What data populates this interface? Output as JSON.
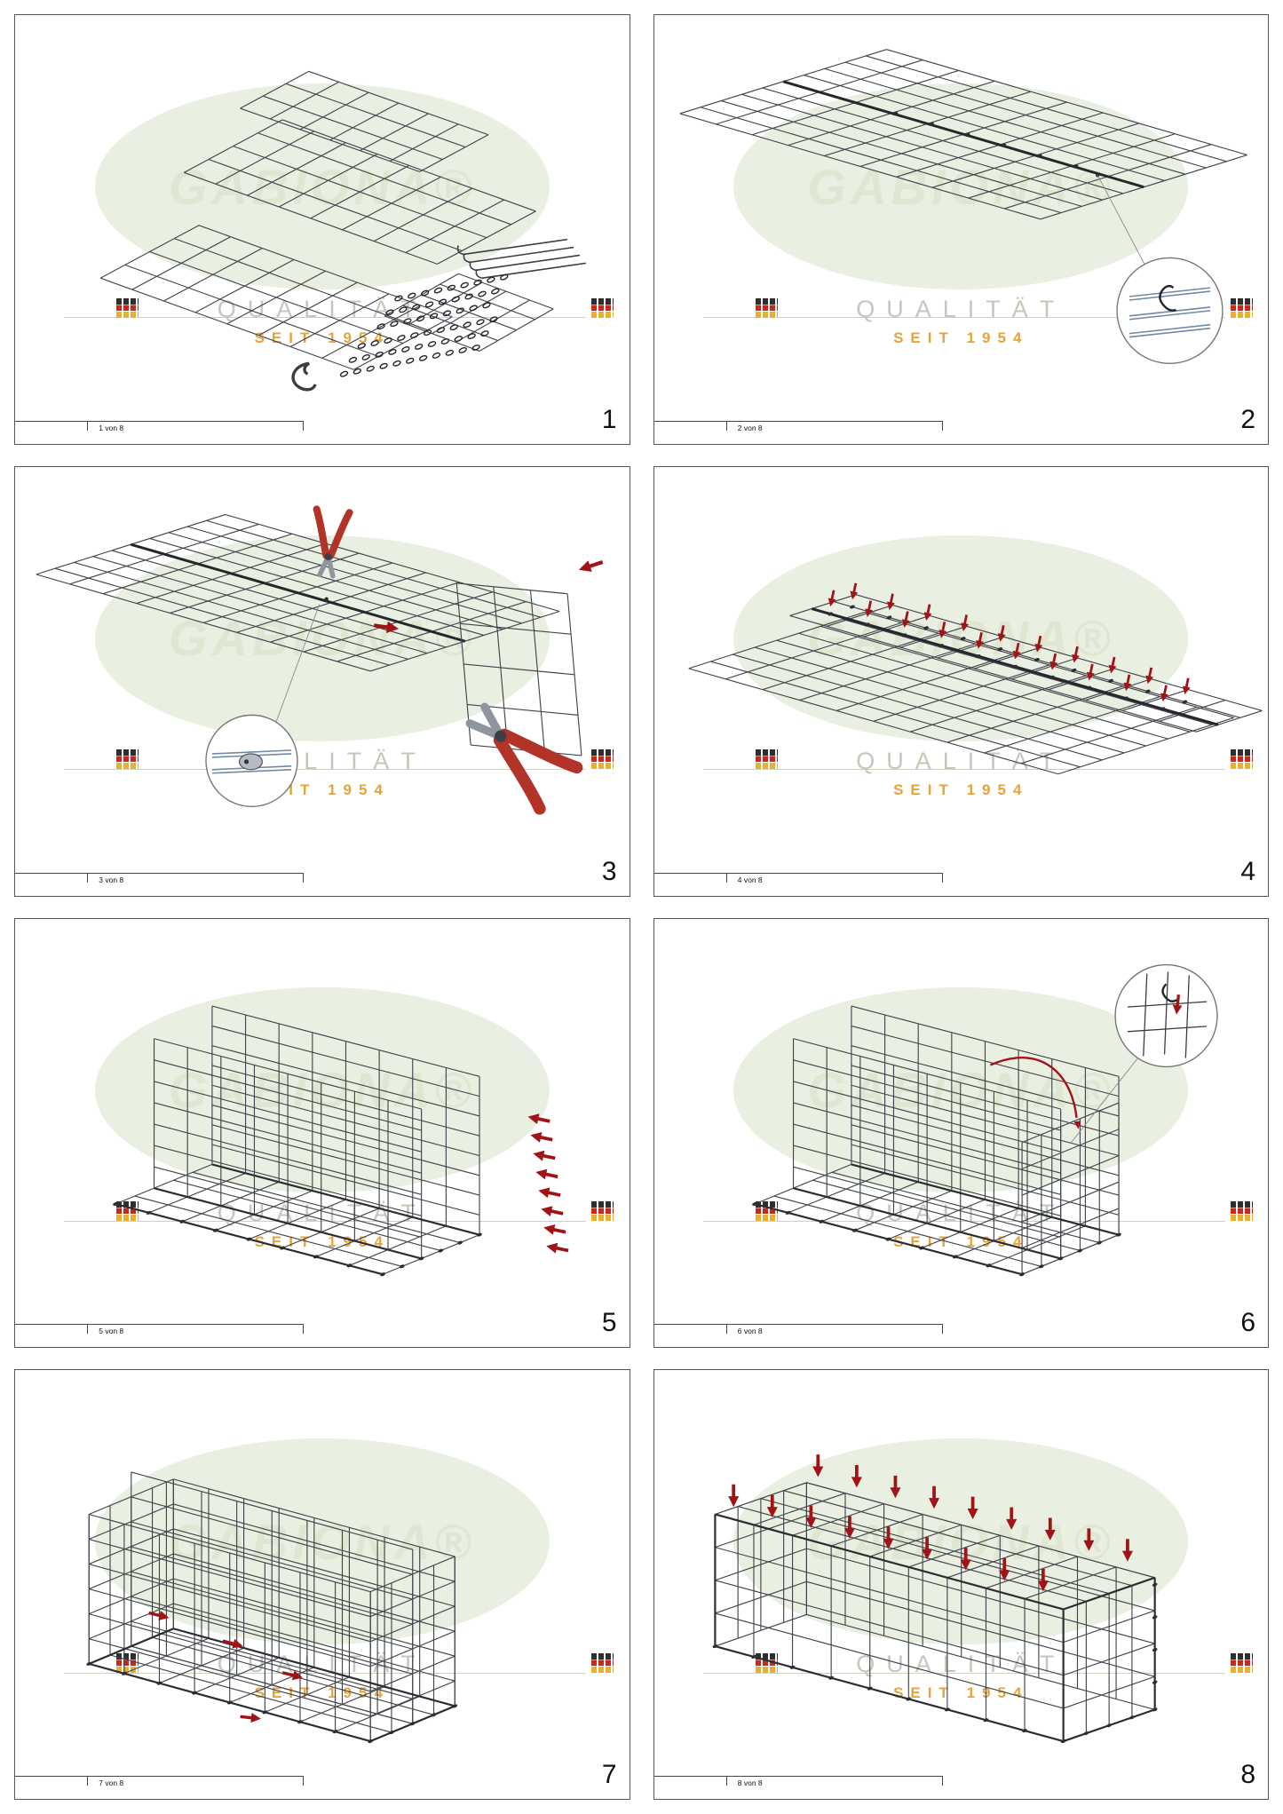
{
  "watermark": {
    "brand": "GABIONA®",
    "quality": "QUALITÄT",
    "since": "SEIT 1954"
  },
  "panels": [
    {
      "step": "1",
      "footer": "1 von 8"
    },
    {
      "step": "2",
      "footer": "2 von 8"
    },
    {
      "step": "3",
      "footer": "3 von 8"
    },
    {
      "step": "4",
      "footer": "4 von 8"
    },
    {
      "step": "5",
      "footer": "5 von 8"
    },
    {
      "step": "6",
      "footer": "6 von 8"
    },
    {
      "step": "7",
      "footer": "7 von 8"
    },
    {
      "step": "8",
      "footer": "8 von 8"
    }
  ]
}
